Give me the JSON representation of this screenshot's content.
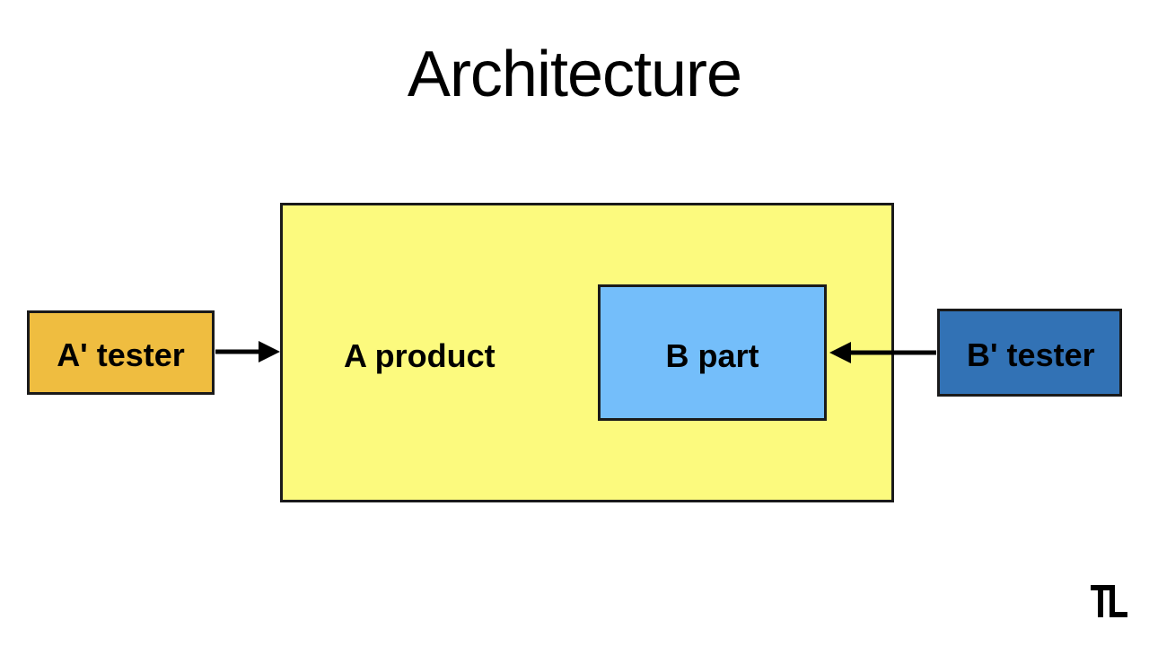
{
  "title": "Architecture",
  "nodes": {
    "a_tester": {
      "label": "A' tester",
      "fill": "#efbd40"
    },
    "a_product": {
      "label": "A product",
      "fill": "#fcfa7e"
    },
    "b_part": {
      "label": "B part",
      "fill": "#74befa"
    },
    "b_tester": {
      "label": "B' tester",
      "fill": "#3272b5"
    }
  },
  "edges": [
    {
      "from": "A' tester",
      "to": "A product"
    },
    {
      "from": "B' tester",
      "to": "B part"
    }
  ],
  "logo_icon": "tl-monogram-icon"
}
